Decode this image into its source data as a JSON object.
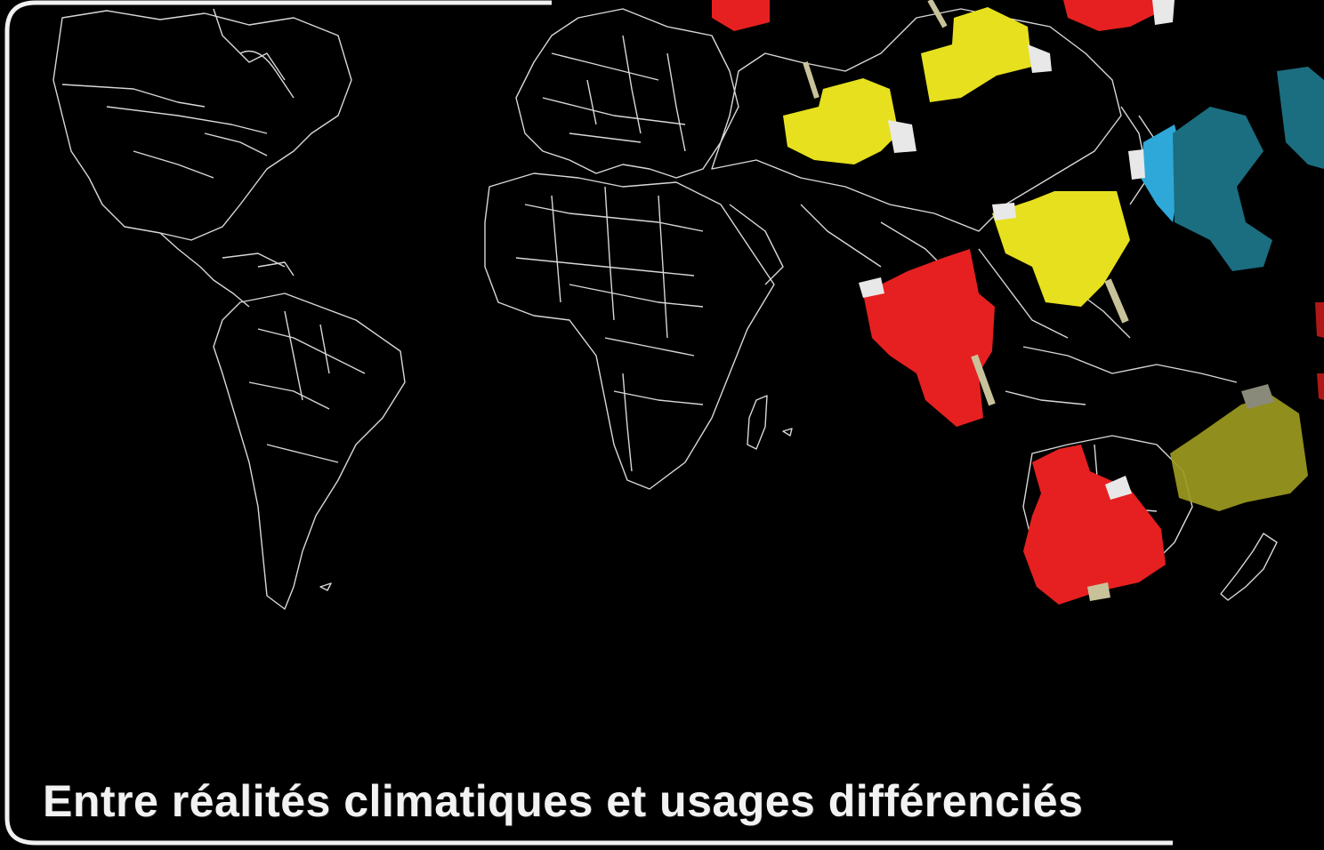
{
  "caption": {
    "text": "Entre réalités climatiques et usages différenciés"
  },
  "legend_colors": {
    "hot_humid": "#e62020",
    "hot_dry": "#e6e01e",
    "temperate": "#1b6e80",
    "cold": "#2ea8d8",
    "mediterranean": "#9c9a1e",
    "map_lines": "#d8d8d8",
    "background": "#000000"
  },
  "markers": [
    {
      "name": "marker-red-north-1",
      "color": "#e62020"
    },
    {
      "name": "marker-yellow-central-asia-1",
      "color": "#e6e01e"
    },
    {
      "name": "marker-yellow-central-asia-2",
      "color": "#e6e01e"
    },
    {
      "name": "marker-red-north-2",
      "color": "#e62020"
    },
    {
      "name": "marker-blue-japan",
      "color": "#2ea8d8"
    },
    {
      "name": "marker-teal-pacific",
      "color": "#1b6e80"
    },
    {
      "name": "marker-yellow-south-east-asia",
      "color": "#e6e01e"
    },
    {
      "name": "marker-red-india",
      "color": "#e62020"
    },
    {
      "name": "marker-olive-east-australia",
      "color": "#9c9a1e"
    },
    {
      "name": "marker-red-australia",
      "color": "#e62020"
    }
  ]
}
